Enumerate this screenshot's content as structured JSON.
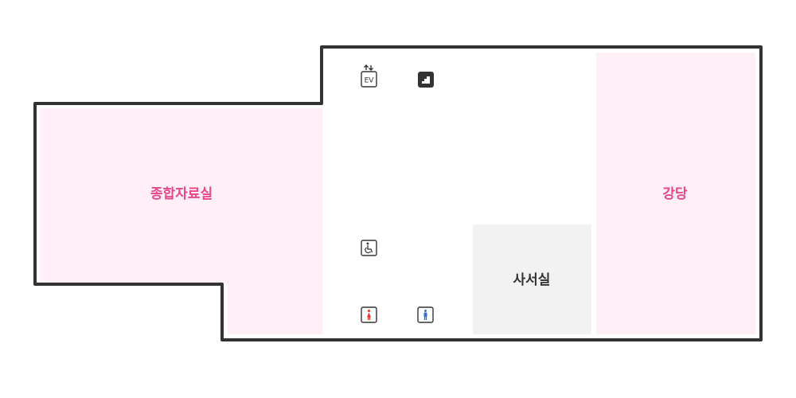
{
  "rooms": {
    "general_materials": {
      "label": "종합자료실"
    },
    "auditorium": {
      "label": "강당"
    },
    "librarian_office": {
      "label": "사서실"
    }
  },
  "icons": {
    "elevator": {
      "name": "elevator-icon",
      "label": "EV"
    },
    "stairs": {
      "name": "stairs-icon"
    },
    "accessible": {
      "name": "accessible-icon"
    },
    "women_restroom": {
      "name": "women-restroom-icon"
    },
    "men_restroom": {
      "name": "men-restroom-icon"
    }
  },
  "colors": {
    "wall": "#333333",
    "room_pink": "#fef0f6",
    "room_gray": "#f2f2f2",
    "label_pink": "#e8468a",
    "women": "#e0342e",
    "men": "#2f6fd6"
  }
}
